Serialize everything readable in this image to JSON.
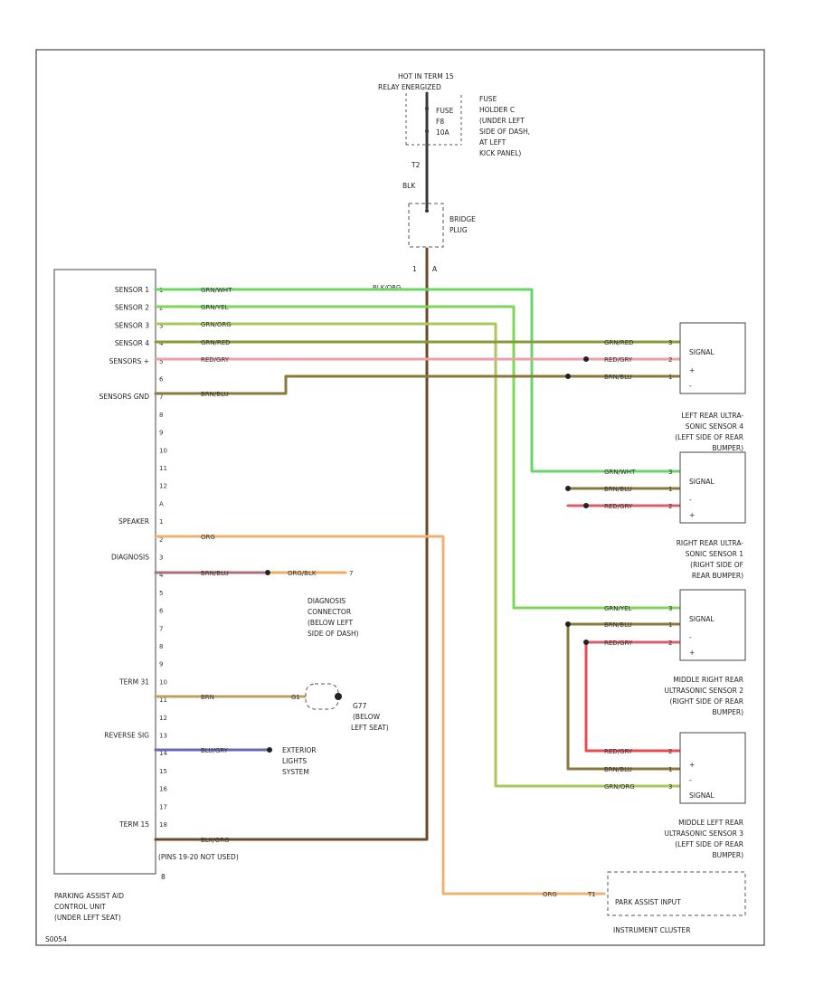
{
  "power": {
    "header": [
      "HOT IN TERM 15",
      "RELAY ENERGIZED"
    ],
    "fuse_label": "FUSE",
    "fuse_number": "F8",
    "fuse_amp": "10A",
    "fuse_desc": [
      "FUSE",
      "HOLDER C",
      "(UNDER LEFT",
      "SIDE OF DASH,",
      "AT LEFT",
      "KICK PANEL)"
    ],
    "wire_pin": "T2",
    "wire_color": "BLK",
    "bridge_label": [
      "BRIDGE",
      "PLUG"
    ],
    "bridge_pins": [
      "1",
      "A"
    ]
  },
  "module": {
    "name": [
      "PARKING ASSIST AID",
      "CONTROL UNIT",
      "(UNDER LEFT SEAT)"
    ],
    "pins_note": "(PINS 19-20 NOT USED)",
    "bottom_pin": "8",
    "labels": [
      {
        "text": "SENSOR 1",
        "pin": "1"
      },
      {
        "text": "SENSOR 2",
        "pin": "2"
      },
      {
        "text": "SENSOR 3",
        "pin": "3"
      },
      {
        "text": "SENSOR 4",
        "pin": "4"
      },
      {
        "text": "SENSORS +",
        "pin": "5"
      },
      {
        "text": "",
        "pin": "6"
      },
      {
        "text": "SENSORS GND",
        "pin": "7"
      },
      {
        "text": "",
        "pin": "8"
      },
      {
        "text": "",
        "pin": "9"
      },
      {
        "text": "",
        "pin": "10"
      },
      {
        "text": "",
        "pin": "11"
      },
      {
        "text": "",
        "pin": "12"
      },
      {
        "text": "",
        "pin": "A"
      },
      {
        "text": "SPEAKER",
        "pin": "1"
      },
      {
        "text": "",
        "pin": "2"
      },
      {
        "text": "DIAGNOSIS",
        "pin": "3"
      },
      {
        "text": "",
        "pin": "4"
      },
      {
        "text": "",
        "pin": "5"
      },
      {
        "text": "",
        "pin": "6"
      },
      {
        "text": "",
        "pin": "7"
      },
      {
        "text": "",
        "pin": "8"
      },
      {
        "text": "",
        "pin": "9"
      },
      {
        "text": "TERM 31",
        "pin": "10"
      },
      {
        "text": "",
        "pin": "11"
      },
      {
        "text": "",
        "pin": "12"
      },
      {
        "text": "REVERSE SIG",
        "pin": "13"
      },
      {
        "text": "",
        "pin": "14"
      },
      {
        "text": "",
        "pin": "15"
      },
      {
        "text": "",
        "pin": "16"
      },
      {
        "text": "",
        "pin": "17"
      },
      {
        "text": "TERM 15",
        "pin": "18"
      }
    ]
  },
  "wires": {
    "s1": "GRN/WHT",
    "s2": "GRN/YEL",
    "s3": "GRN/ORG",
    "s4": "GRN/RED",
    "plus": "RED/GRY",
    "gnd": "BRN/BLU",
    "speaker": "ORG",
    "diag1": "BRN/BLU",
    "diag2": "ORG/BLK",
    "term31": "BRN",
    "reverse": "BLU/GRY",
    "term15": "BLK/ORG",
    "t15_top": "BLK/ORG"
  },
  "sensors": [
    {
      "signal": "SIGNAL",
      "plus": "+",
      "minus": "-",
      "wires": [
        "GRN/RED",
        "RED/GRY",
        "BRN/BLU"
      ],
      "pins": [
        "3",
        "2",
        "1"
      ],
      "desc": [
        "LEFT REAR ULTRA-",
        "SONIC SENSOR 4",
        "(LEFT SIDE OF REAR",
        "BUMPER)"
      ]
    },
    {
      "signal": "SIGNAL",
      "plus": "-",
      "minus": "+",
      "wires": [
        "GRN/WHT",
        "BRN/BLU",
        "RED/GRY"
      ],
      "pins": [
        "3",
        "1",
        "2"
      ],
      "desc": [
        "RIGHT REAR ULTRA-",
        "SONIC SENSOR 1",
        "(RIGHT SIDE OF",
        "REAR BUMPER)"
      ]
    },
    {
      "signal": "SIGNAL",
      "plus": "-",
      "minus": "+",
      "wires": [
        "GRN/YEL",
        "BRN/BLU",
        "RED/GRY"
      ],
      "pins": [
        "3",
        "1",
        "2"
      ],
      "desc": [
        "MIDDLE RIGHT REAR",
        "ULTRASONIC SENSOR 2",
        "(RIGHT SIDE OF REAR",
        "BUMPER)"
      ]
    },
    {
      "signal": "SIGNAL",
      "plus": "+",
      "minus": "-",
      "wires": [
        "RED/GRY",
        "BRN/BLU",
        "GRN/ORG"
      ],
      "pins": [
        "2",
        "1",
        "3"
      ],
      "desc": [
        "MIDDLE LEFT REAR",
        "ULTRASONIC SENSOR 3",
        "(LEFT SIDE OF REAR",
        "BUMPER)"
      ]
    }
  ],
  "diag_connector": {
    "pin": "7",
    "desc": [
      "DIAGNOSIS",
      "CONNECTOR",
      "(BELOW LEFT",
      "SIDE OF DASH)"
    ]
  },
  "ground": {
    "pin": "G1",
    "desc": [
      "G77",
      "(BELOW",
      "LEFT SEAT)"
    ]
  },
  "exterior": {
    "desc": [
      "EXTERIOR",
      "LIGHTS",
      "SYSTEM"
    ]
  },
  "cluster": {
    "input_label": "PARK ASSIST INPUT",
    "wire": "ORG",
    "pin": "T1",
    "name": "INSTRUMENT CLUSTER"
  },
  "footer_code": "S0054"
}
